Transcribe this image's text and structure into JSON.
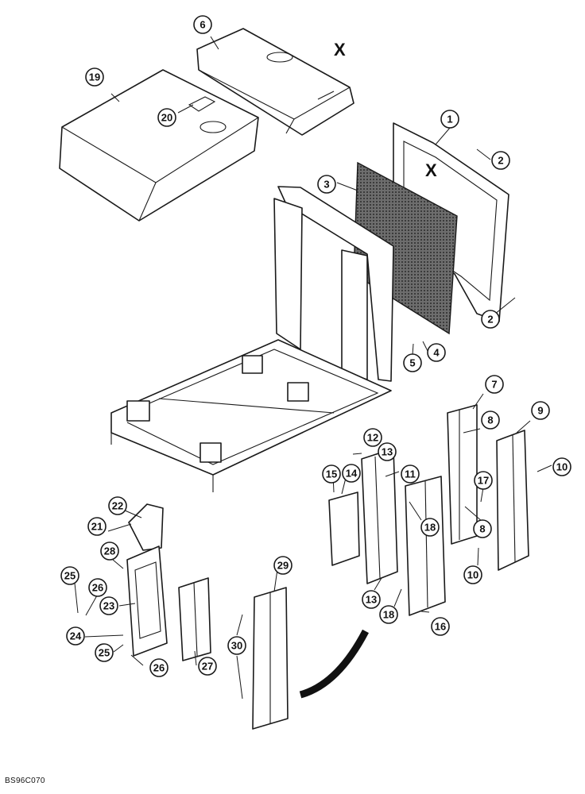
{
  "figure": {
    "code": "BS96C070",
    "callouts": [
      "1",
      "2",
      "2",
      "3",
      "4",
      "5",
      "6",
      "7",
      "8",
      "8",
      "9",
      "10",
      "10",
      "11",
      "12",
      "13",
      "13",
      "14",
      "15",
      "16",
      "17",
      "18",
      "18",
      "19",
      "20",
      "21",
      "22",
      "23",
      "24",
      "25",
      "25",
      "26",
      "26",
      "27",
      "28",
      "29",
      "30"
    ],
    "x_marks": [
      "X",
      "X"
    ]
  }
}
